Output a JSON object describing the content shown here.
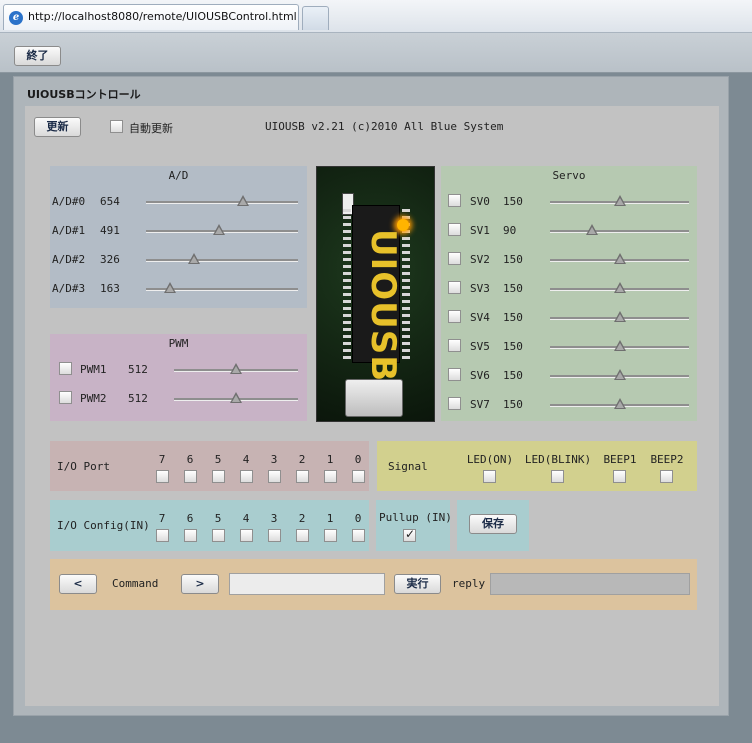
{
  "browser": {
    "tab_title": "http://localhost8080/remote/UIOUSBControl.html"
  },
  "toolbar": {
    "exit_label": "終了"
  },
  "panel": {
    "title": "UIOUSBコントロール",
    "refresh_label": "更新",
    "auto_refresh_label": "自動更新",
    "auto_refresh_checked": false,
    "version_text": "UIOUSB v2.21 (c)2010 All Blue System"
  },
  "ad": {
    "title": "A/D",
    "channels": [
      {
        "label": "A/D#0",
        "value": "654",
        "level": 654
      },
      {
        "label": "A/D#1",
        "value": "491",
        "level": 491
      },
      {
        "label": "A/D#2",
        "value": "326",
        "level": 326
      },
      {
        "label": "A/D#3",
        "value": "163",
        "level": 163
      }
    ],
    "max": 1023
  },
  "pwm": {
    "title": "PWM",
    "channels": [
      {
        "label": "PWM1",
        "value": "512",
        "level": 512,
        "checked": false
      },
      {
        "label": "PWM2",
        "value": "512",
        "level": 512,
        "checked": false
      }
    ],
    "max": 1023
  },
  "board": {
    "text": "UIOUSB"
  },
  "servo": {
    "title": "Servo",
    "channels": [
      {
        "label": "SV0",
        "value": "150",
        "level": 150
      },
      {
        "label": "SV1",
        "value": "90",
        "level": 90
      },
      {
        "label": "SV2",
        "value": "150",
        "level": 150
      },
      {
        "label": "SV3",
        "value": "150",
        "level": 150
      },
      {
        "label": "SV4",
        "value": "150",
        "level": 150
      },
      {
        "label": "SV5",
        "value": "150",
        "level": 150
      },
      {
        "label": "SV6",
        "value": "150",
        "level": 150
      },
      {
        "label": "SV7",
        "value": "150",
        "level": 150
      }
    ],
    "min": 0,
    "max": 300
  },
  "io_port": {
    "label": "I/O Port",
    "bits": [
      "7",
      "6",
      "5",
      "4",
      "3",
      "2",
      "1",
      "0"
    ]
  },
  "signal": {
    "label": "Signal",
    "items": [
      "LED(ON)",
      "LED(BLINK)",
      "BEEP1",
      "BEEP2"
    ]
  },
  "io_config": {
    "label": "I/O Config(IN)",
    "bits": [
      "7",
      "6",
      "5",
      "4",
      "3",
      "2",
      "1",
      "0"
    ]
  },
  "pullup": {
    "label": "Pullup (IN)",
    "checked": true
  },
  "save_label": "保存",
  "command": {
    "prev_label": "<",
    "label": "Command",
    "next_label": ">",
    "input_value": "",
    "exec_label": "実行",
    "reply_label": "reply",
    "reply_value": ""
  },
  "colors": {
    "ad_bg": "#b3bcc6",
    "pwm_bg": "#c8b3c6",
    "servo_bg": "#b6c9b1",
    "ioport_bg": "#c7b3b3",
    "signal_bg": "#d2d08e",
    "ioconfig_bg": "#a9cdcf",
    "command_bg": "#dcc39e"
  }
}
